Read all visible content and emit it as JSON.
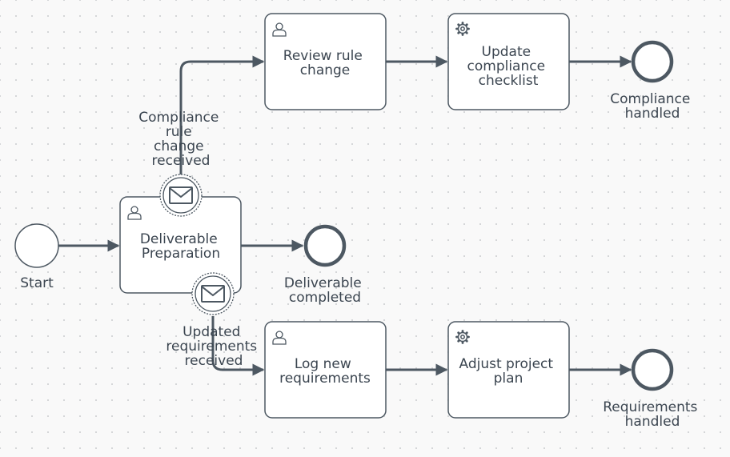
{
  "diagram": {
    "start_event": {
      "label": [
        "Start"
      ]
    },
    "tasks": {
      "deliverable_preparation": {
        "kind": "user",
        "label": [
          "Deliverable",
          "Preparation"
        ]
      },
      "review_rule_change": {
        "kind": "user",
        "label": [
          "Review rule",
          "change"
        ]
      },
      "update_compliance_checklist": {
        "kind": "service",
        "label": [
          "Update",
          "compliance",
          "checklist"
        ]
      },
      "log_new_requirements": {
        "kind": "user",
        "label": [
          "Log new",
          "requirements"
        ]
      },
      "adjust_project_plan": {
        "kind": "service",
        "label": [
          "Adjust project",
          "plan"
        ]
      }
    },
    "boundary_events": {
      "compliance_rule_change_received": {
        "kind": "message",
        "label": [
          "Compliance",
          "rule",
          "change",
          "received"
        ]
      },
      "updated_requirements_received": {
        "kind": "message",
        "label": [
          "Updated",
          "requirements",
          "received"
        ]
      }
    },
    "end_events": {
      "deliverable_completed": {
        "label": [
          "Deliverable",
          "completed"
        ]
      },
      "compliance_handled": {
        "label": [
          "Compliance",
          "handled"
        ]
      },
      "requirements_handled": {
        "label": [
          "Requirements",
          "handled"
        ]
      }
    }
  }
}
